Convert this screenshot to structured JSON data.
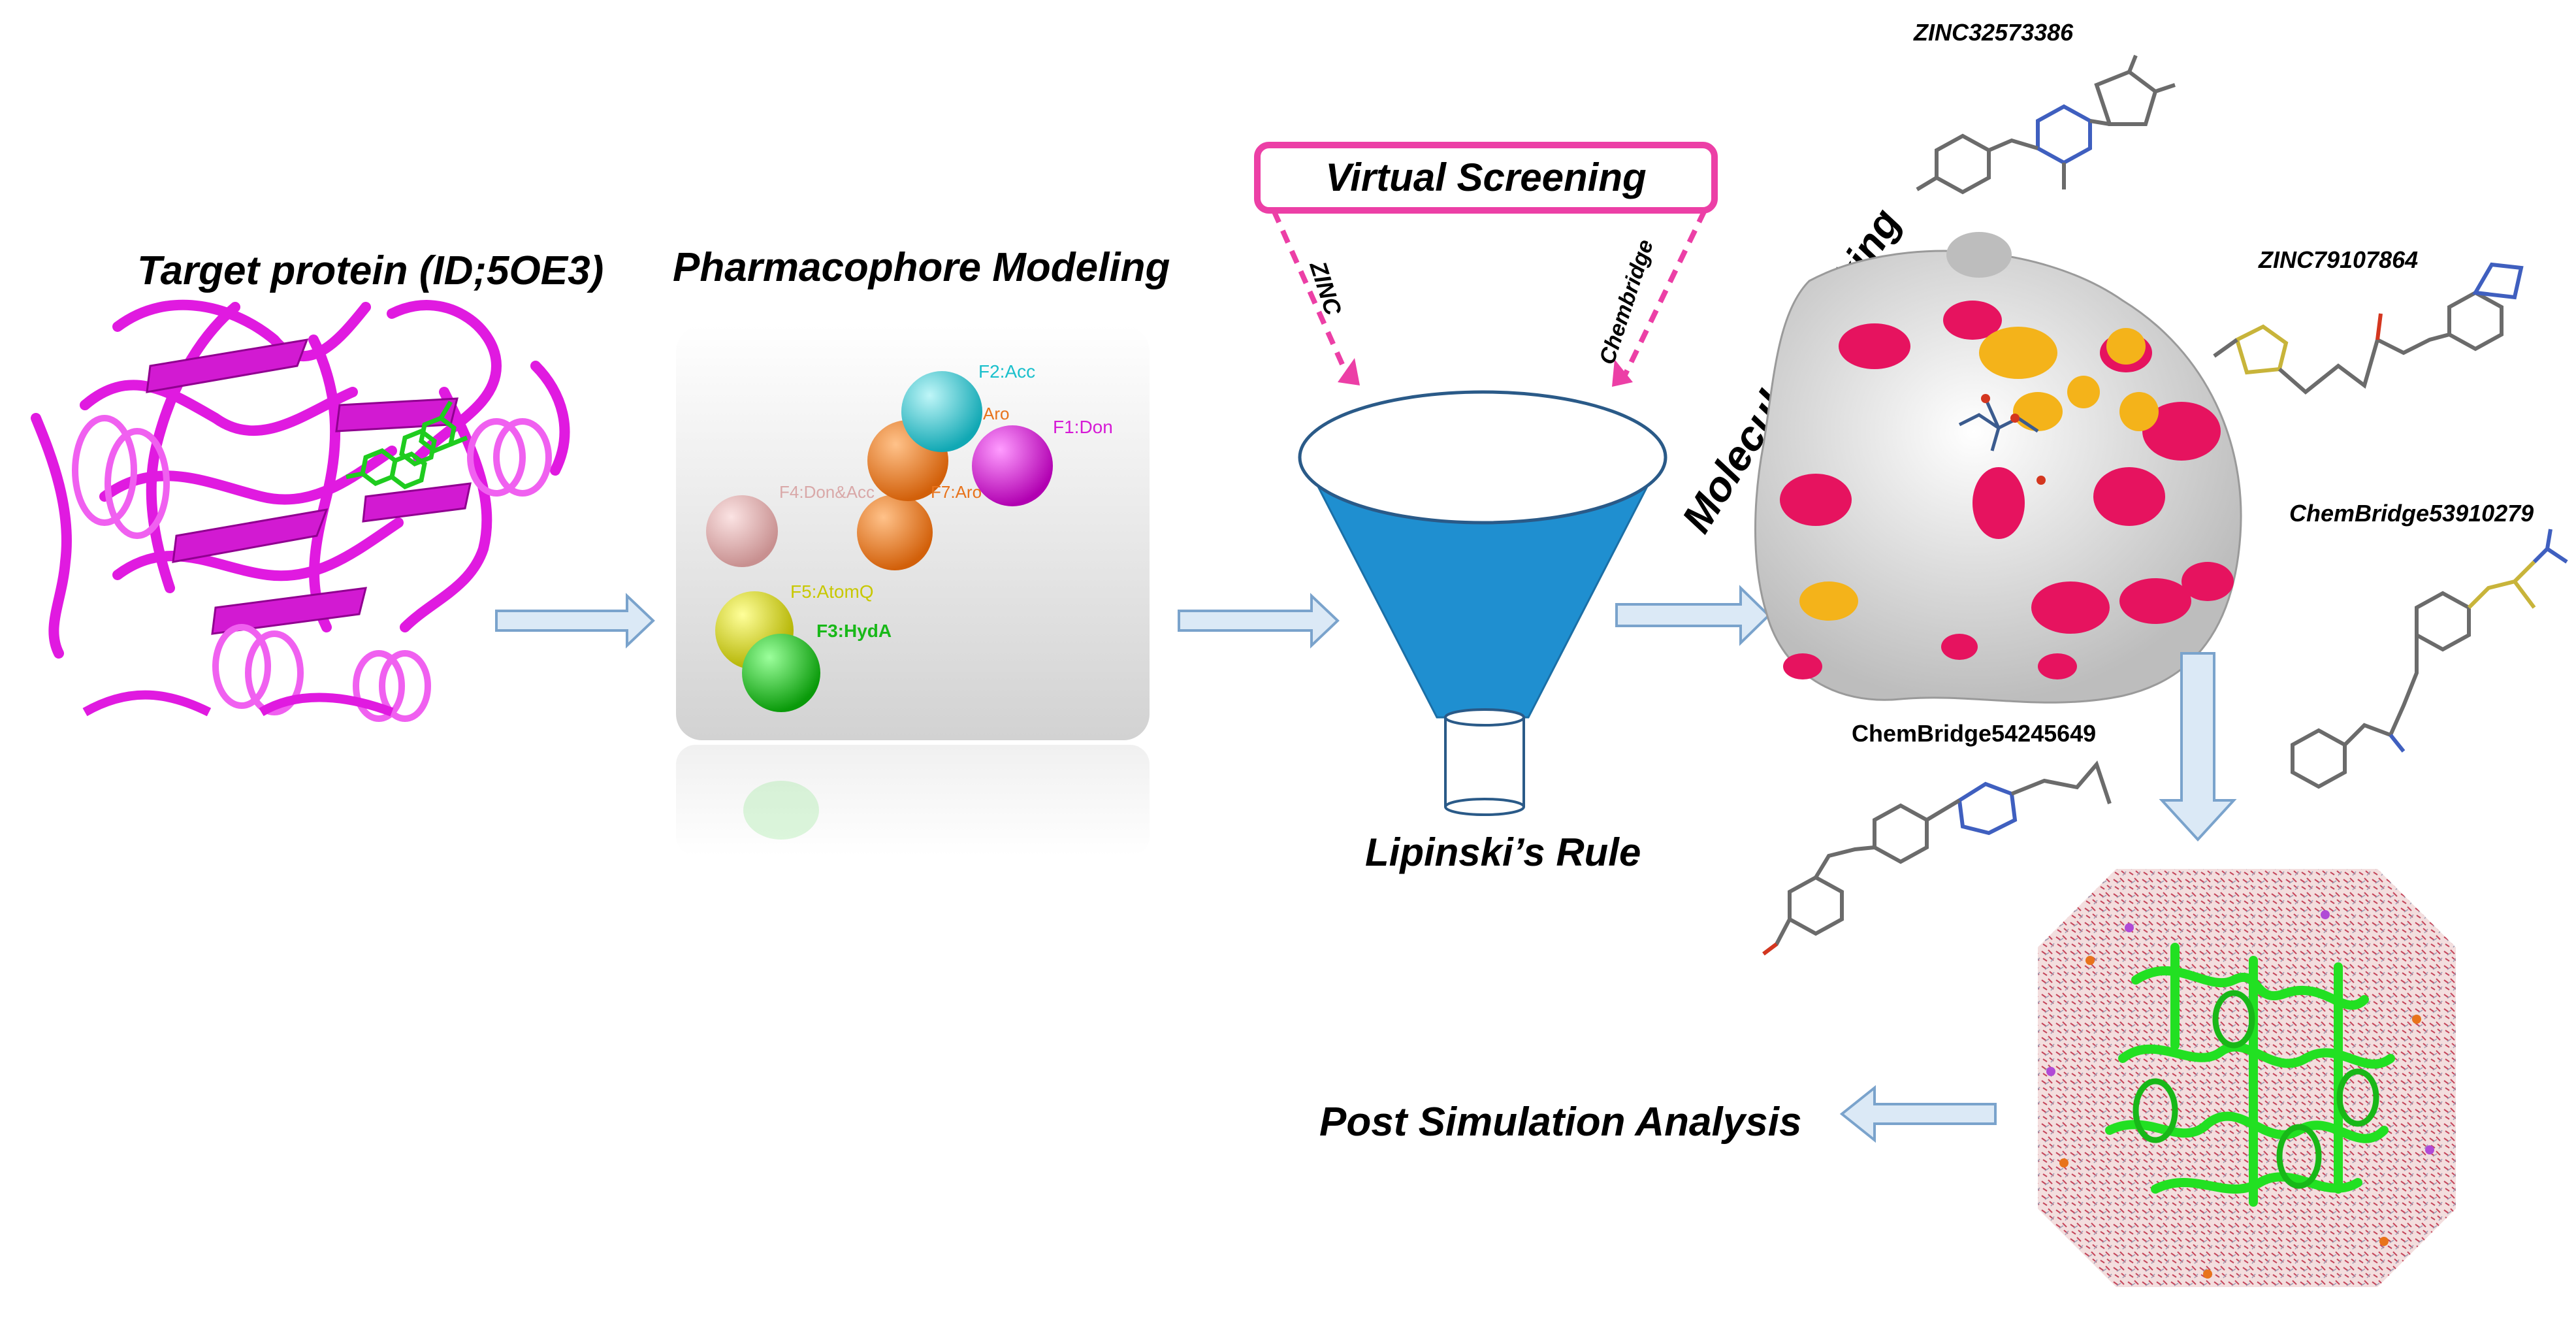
{
  "stages": {
    "target": "Target protein (ID;5OE3)",
    "pharmacophore": "Pharmacophore Modeling",
    "virtual_screening": "Virtual Screening",
    "lipinski": "Lipinski’s Rule",
    "docking": "Molecular Docking",
    "post": "Post Simulation Analysis"
  },
  "databases": {
    "zinc": "ZINC",
    "chembridge": "Chembridge"
  },
  "features": [
    {
      "label": "F2:Acc",
      "color": "#1ac0cc"
    },
    {
      "label": "Aro",
      "color": "#e8731b"
    },
    {
      "label": "F1:Don",
      "color": "#d61ad6"
    },
    {
      "label": "F4:Don&Acc",
      "color": "#d9a8a8"
    },
    {
      "label": "F7:Aro",
      "color": "#e8731b"
    },
    {
      "label": "F5:AtomQ",
      "color": "#c8c800"
    },
    {
      "label": "F3:HydA",
      "color": "#18b818"
    }
  ],
  "hits": {
    "h1": "ZINC32573386",
    "h2": "ZINC79107864",
    "h3": "ChemBridge53910279",
    "h4": "ChemBridge54245649"
  },
  "colors": {
    "protein": "#e01ae0",
    "funnel": "#1f8fd0",
    "screening_box": "#ec3fa6",
    "arrow_fill": "#dbe9f6",
    "arrow_stroke": "#7aa3cc"
  }
}
